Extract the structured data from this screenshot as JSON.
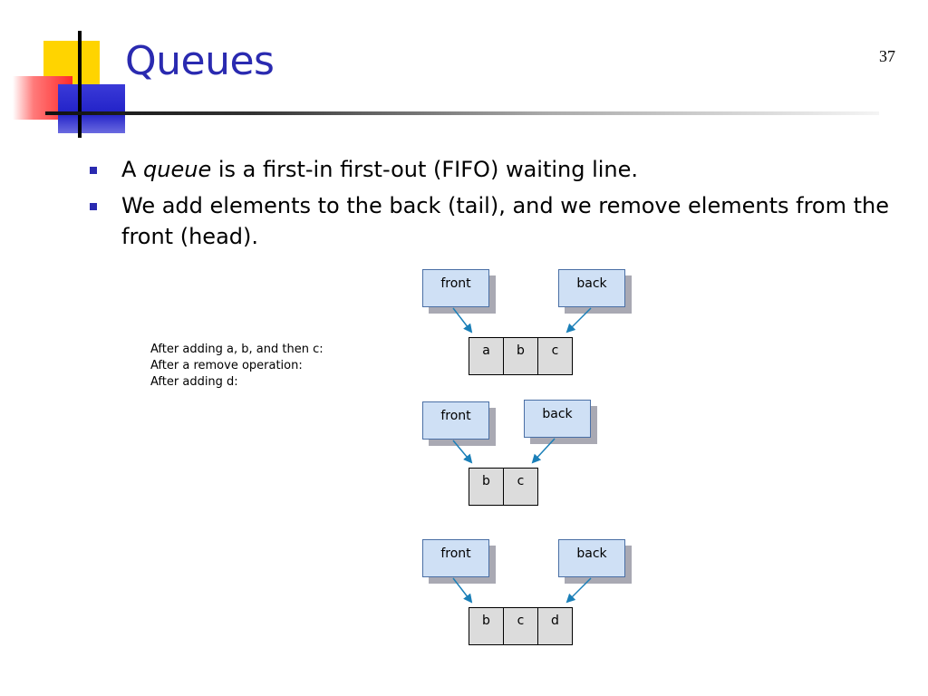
{
  "slide": {
    "title": "Queues",
    "page_number": "37",
    "bullets": [
      {
        "prefix": "A ",
        "emphasis": "queue",
        "suffix": " is a first-in first-out (FIFO) waiting line."
      },
      {
        "prefix": "We add elements to the back (tail), and we remove elements from the front (head).",
        "emphasis": "",
        "suffix": ""
      }
    ],
    "captions": [
      "After adding a, b, and then c:",
      "After a remove operation:",
      "After adding d:"
    ]
  },
  "diagrams": [
    {
      "front_label": "front",
      "back_label": "back",
      "cells": [
        "a",
        "b",
        "c"
      ]
    },
    {
      "front_label": "front",
      "back_label": "back",
      "cells": [
        "b",
        "c"
      ]
    },
    {
      "front_label": "front",
      "back_label": "back",
      "cells": [
        "b",
        "c",
        "d"
      ]
    }
  ],
  "colors": {
    "title": "#2a2ab0",
    "bullet": "#2a2ab0",
    "label_fill": "#cfe0f5",
    "cell_fill": "#dcdcdc",
    "arrow": "#1a7fb8"
  }
}
